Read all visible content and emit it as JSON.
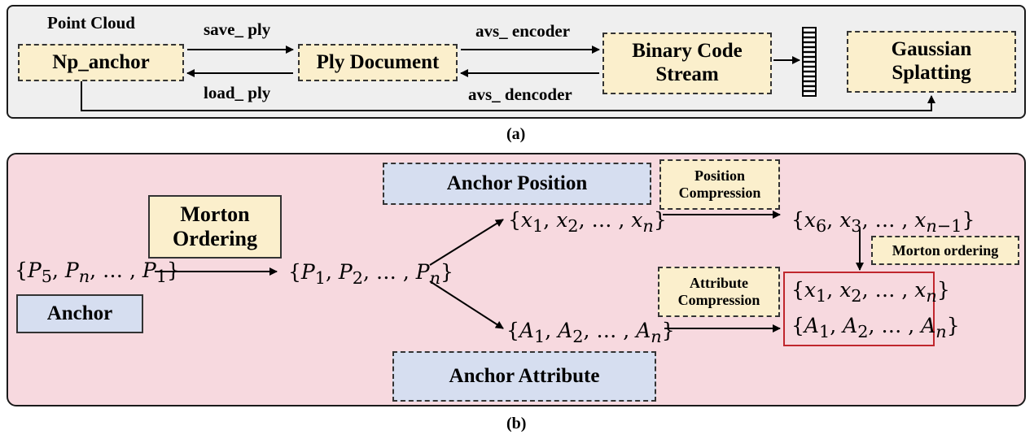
{
  "panel_a": {
    "caption": "(a)",
    "point_cloud_label": "Point Cloud",
    "np_anchor": "Np_anchor",
    "save_ply": "save_ ply",
    "load_ply": "load_ ply",
    "ply_document": "Ply Document",
    "avs_encoder": "avs_ encoder",
    "avs_dencoder": "avs_ dencoder",
    "binary_code_stream_1": "Binary Code",
    "binary_code_stream_2": "Stream",
    "gaussian_1": "Gaussian",
    "gaussian_2": "Splatting"
  },
  "panel_b": {
    "caption": "(b)",
    "morton_1": "Morton",
    "morton_2": "Ordering",
    "anchor": "Anchor",
    "anchor_position": "Anchor Position",
    "anchor_attribute": "Anchor Attribute",
    "position_compression_1": "Position",
    "position_compression_2": "Compression",
    "attribute_compression_1": "Attribute",
    "attribute_compression_2": "Compression",
    "morton_ordering_small": "Morton ordering",
    "set_input": "{P5, Pn, …, P1}",
    "set_ordered": "{P1, P2, …, Pn}",
    "set_x": "{x1, x2, …, xn}",
    "set_x_shuffled": "{x6, x3, …, xn−1}",
    "set_a": "{A1, A2, …, An}",
    "out_x": "{x1, x2, …, xn}",
    "out_a": "{A1, A2, …, An}"
  }
}
